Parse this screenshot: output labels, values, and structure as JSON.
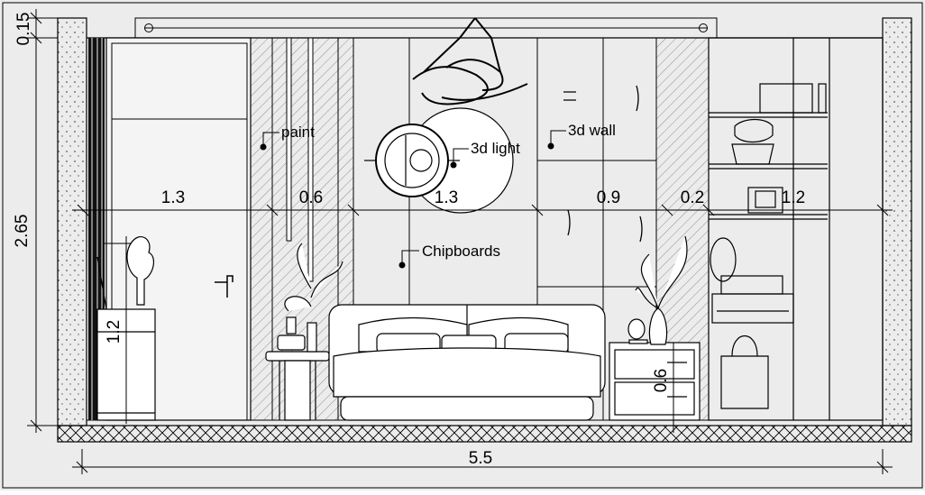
{
  "dimensions": {
    "top_height": "0.15",
    "total_height": "2.65",
    "total_width": "5.5",
    "segments": [
      "1.3",
      "0.6",
      "1.3",
      "0.9",
      "0.2",
      "1.2"
    ],
    "side_table_height": "1.2",
    "nightstand_height": "0.6"
  },
  "labels": {
    "paint": "paint",
    "light": "3d light",
    "wall": "3d wall",
    "chipboards": "Chipboards"
  }
}
